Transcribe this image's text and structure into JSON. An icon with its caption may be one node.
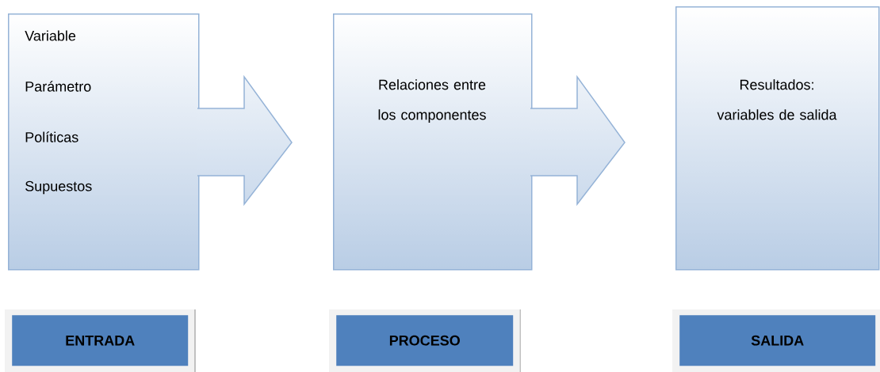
{
  "diagram": {
    "nodes": [
      {
        "text": [
          "Variable",
          "Parámetro",
          "Políticas",
          "Supuestos"
        ]
      },
      {
        "text": [
          "Relaciones entre los componentes"
        ]
      },
      {
        "text": [
          "Resultados: variables de salida"
        ]
      },
      {
        "text": [
          "ENTRADA"
        ]
      },
      {
        "text": [
          "PROCESO"
        ]
      },
      {
        "text": [
          "SALIDA"
        ]
      }
    ]
  }
}
